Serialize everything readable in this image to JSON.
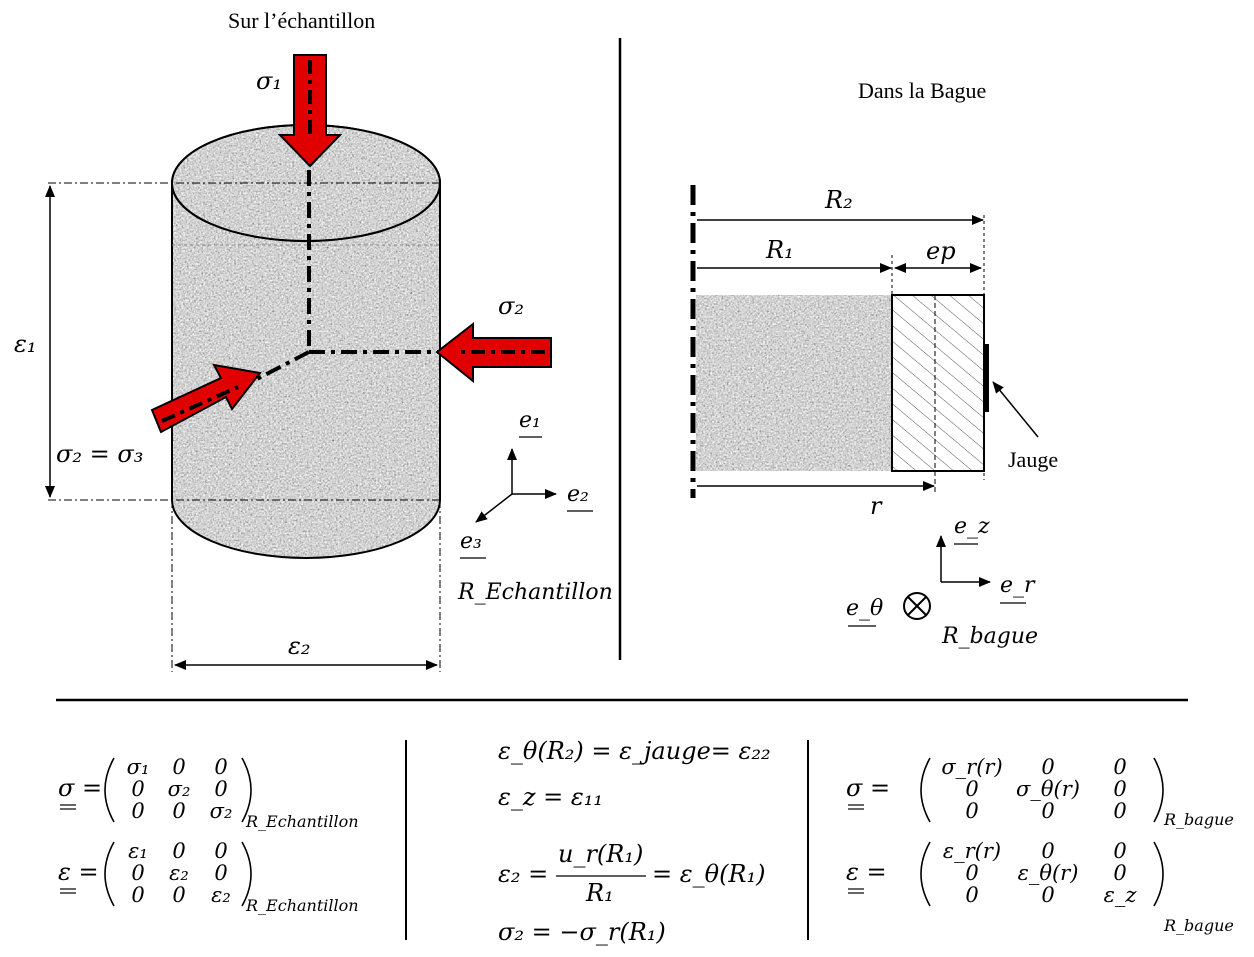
{
  "left_panel": {
    "title": "Sur l’échantillon",
    "sigma1": "σ₁",
    "sigma2": "σ₂",
    "sigma2_eq_sigma3": "σ₂ = σ₃",
    "eps1": "ε₁",
    "eps2": "ε₂",
    "axis_e1": "e₁",
    "axis_e2": "e₂",
    "axis_e3": "e₃",
    "frame": "R_Echantillon"
  },
  "right_panel": {
    "title": "Dans la Bague",
    "R2": "R₂",
    "R1": "R₁",
    "ep": "ep",
    "r": "r",
    "gauge_label": "Jauge",
    "axis_ez": "e_z",
    "axis_er": "e_r",
    "axis_etheta": "e_θ",
    "frame": "R_bague"
  },
  "equations": {
    "sample_sigma_lhs": "σ =",
    "sample_sigma_matrix": [
      [
        "σ₁",
        "0",
        "0"
      ],
      [
        "0",
        "σ₂",
        "0"
      ],
      [
        "0",
        "0",
        "σ₂"
      ]
    ],
    "sample_sigma_sub": "R_Echantillon",
    "sample_eps_lhs": "ε =",
    "sample_eps_matrix": [
      [
        "ε₁",
        "0",
        "0"
      ],
      [
        "0",
        "ε₂",
        "0"
      ],
      [
        "0",
        "0",
        "ε₂"
      ]
    ],
    "sample_eps_sub": "R_Echantillon",
    "rel1": "ε_θ(R₂) = ε_jauge= ε₂₂",
    "rel2": "ε_z = ε₁₁",
    "rel3_lhs": "ε₂ =",
    "rel3_num": "u_r(R₁)",
    "rel3_den": "R₁",
    "rel3_rhs": "= ε_θ(R₁)",
    "rel4": "σ₂ = −σ_r(R₁)",
    "ring_sigma_lhs": "σ =",
    "ring_sigma_matrix": [
      [
        "σ_r(r)",
        "0",
        "0"
      ],
      [
        "0",
        "σ_θ(r)",
        "0"
      ],
      [
        "0",
        "0",
        "0"
      ]
    ],
    "ring_sigma_sub": "R_bague",
    "ring_eps_lhs": "ε =",
    "ring_eps_matrix": [
      [
        "ε_r(r)",
        "0",
        "0"
      ],
      [
        "0",
        "ε_θ(r)",
        "0"
      ],
      [
        "0",
        "0",
        "ε_z"
      ]
    ],
    "ring_eps_sub": "R_bague"
  },
  "colors": {
    "arrow_fill": "#e00000",
    "granite_dark": "#6a6a6a",
    "granite_light": "#c8c8c8"
  }
}
